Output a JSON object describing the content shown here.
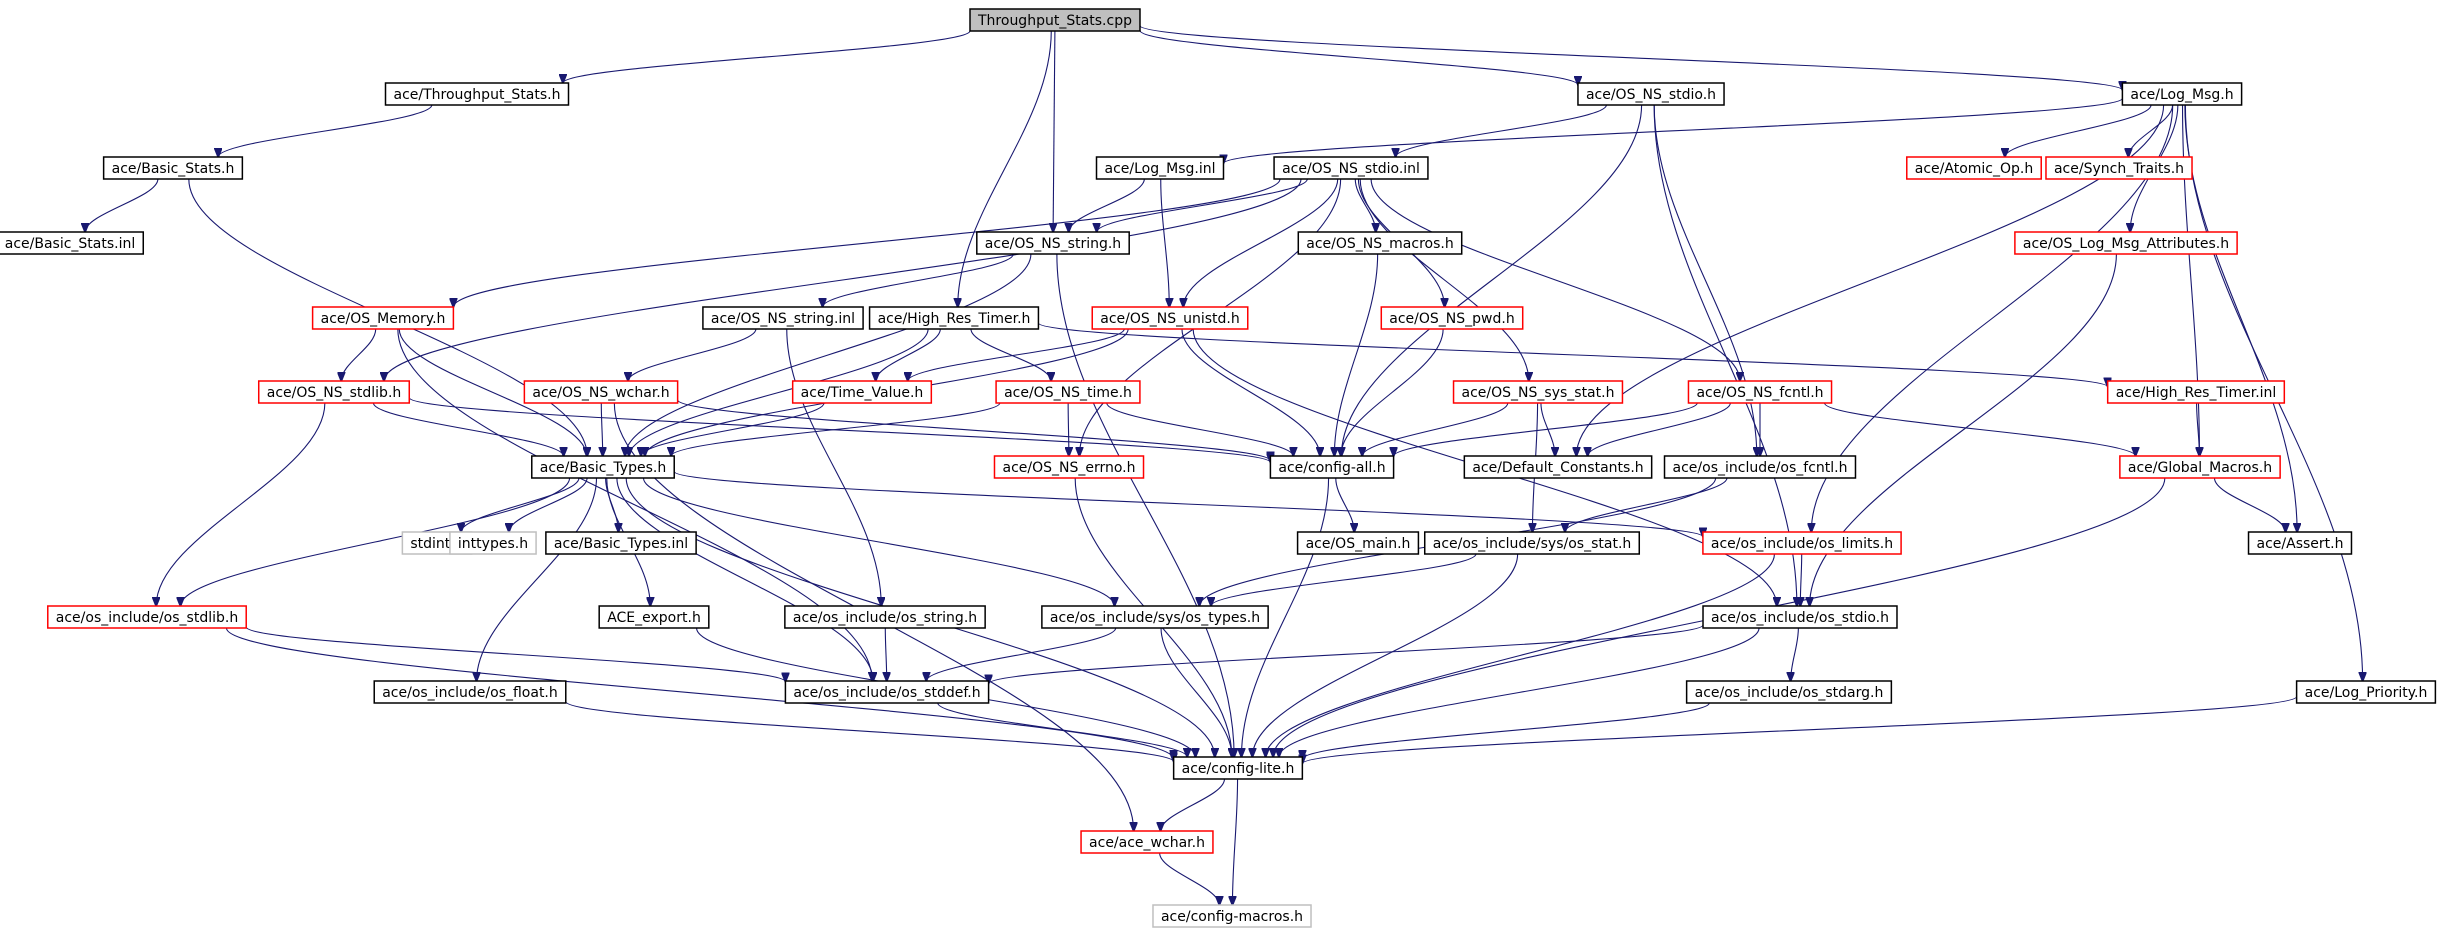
{
  "diagram": {
    "type": "include-dependency-graph",
    "colors": {
      "edge": "#191970",
      "border_normal": "#000000",
      "border_missing_docs": "#ff0000",
      "border_external": "#bfbfbf",
      "root_fill": "#bfbfbf",
      "background": "#ffffff"
    },
    "nodes": [
      {
        "id": "throughput_stats_cpp",
        "label": "Throughput_Stats.cpp",
        "style": "root"
      },
      {
        "id": "throughput_stats_h",
        "label": "ace/Throughput_Stats.h",
        "style": "normal"
      },
      {
        "id": "os_ns_stdio_h",
        "label": "ace/OS_NS_stdio.h",
        "style": "normal"
      },
      {
        "id": "log_msg_h",
        "label": "ace/Log_Msg.h",
        "style": "normal"
      },
      {
        "id": "basic_stats_h",
        "label": "ace/Basic_Stats.h",
        "style": "normal"
      },
      {
        "id": "basic_stats_inl",
        "label": "ace/Basic_Stats.inl",
        "style": "normal"
      },
      {
        "id": "log_msg_inl",
        "label": "ace/Log_Msg.inl",
        "style": "normal"
      },
      {
        "id": "os_ns_stdio_inl",
        "label": "ace/OS_NS_stdio.inl",
        "style": "normal"
      },
      {
        "id": "atomic_op_h",
        "label": "ace/Atomic_Op.h",
        "style": "red"
      },
      {
        "id": "synch_traits_h",
        "label": "ace/Synch_Traits.h",
        "style": "red"
      },
      {
        "id": "os_ns_string_h",
        "label": "ace/OS_NS_string.h",
        "style": "normal"
      },
      {
        "id": "os_ns_macros_h",
        "label": "ace/OS_NS_macros.h",
        "style": "normal"
      },
      {
        "id": "os_log_msg_attributes_h",
        "label": "ace/OS_Log_Msg_Attributes.h",
        "style": "red"
      },
      {
        "id": "os_memory_h",
        "label": "ace/OS_Memory.h",
        "style": "red"
      },
      {
        "id": "os_ns_string_inl",
        "label": "ace/OS_NS_string.inl",
        "style": "normal"
      },
      {
        "id": "high_res_timer_h",
        "label": "ace/High_Res_Timer.h",
        "style": "normal"
      },
      {
        "id": "os_ns_unistd_h",
        "label": "ace/OS_NS_unistd.h",
        "style": "red"
      },
      {
        "id": "os_ns_pwd_h",
        "label": "ace/OS_NS_pwd.h",
        "style": "red"
      },
      {
        "id": "os_ns_stdlib_h",
        "label": "ace/OS_NS_stdlib.h",
        "style": "red"
      },
      {
        "id": "os_ns_wchar_h",
        "label": "ace/OS_NS_wchar.h",
        "style": "red"
      },
      {
        "id": "time_value_h",
        "label": "ace/Time_Value.h",
        "style": "red"
      },
      {
        "id": "os_ns_time_h",
        "label": "ace/OS_NS_time.h",
        "style": "red"
      },
      {
        "id": "os_ns_sys_stat_h",
        "label": "ace/OS_NS_sys_stat.h",
        "style": "red"
      },
      {
        "id": "os_ns_fcntl_h",
        "label": "ace/OS_NS_fcntl.h",
        "style": "red"
      },
      {
        "id": "high_res_timer_inl",
        "label": "ace/High_Res_Timer.inl",
        "style": "red"
      },
      {
        "id": "basic_types_h",
        "label": "ace/Basic_Types.h",
        "style": "normal"
      },
      {
        "id": "config_all_h",
        "label": "ace/config-all.h",
        "style": "normal"
      },
      {
        "id": "os_ns_errno_h",
        "label": "ace/OS_NS_errno.h",
        "style": "red"
      },
      {
        "id": "default_constants_h",
        "label": "ace/Default_Constants.h",
        "style": "normal"
      },
      {
        "id": "os_include_os_fcntl_h",
        "label": "ace/os_include/os_fcntl.h",
        "style": "normal"
      },
      {
        "id": "global_macros_h",
        "label": "ace/Global_Macros.h",
        "style": "red"
      },
      {
        "id": "stdint_h",
        "label": "stdint.h",
        "style": "external"
      },
      {
        "id": "inttypes_h",
        "label": "inttypes.h",
        "style": "external"
      },
      {
        "id": "basic_types_inl",
        "label": "ace/Basic_Types.inl",
        "style": "normal"
      },
      {
        "id": "os_main_h",
        "label": "ace/OS_main.h",
        "style": "normal"
      },
      {
        "id": "os_include_sys_os_stat_h",
        "label": "ace/os_include/sys/os_stat.h",
        "style": "normal"
      },
      {
        "id": "os_include_os_limits_h",
        "label": "ace/os_include/os_limits.h",
        "style": "red"
      },
      {
        "id": "assert_h",
        "label": "ace/Assert.h",
        "style": "normal"
      },
      {
        "id": "os_include_os_stdlib_h",
        "label": "ace/os_include/os_stdlib.h",
        "style": "red"
      },
      {
        "id": "ace_export_h",
        "label": "ACE_export.h",
        "style": "normal"
      },
      {
        "id": "os_include_os_string_h",
        "label": "ace/os_include/os_string.h",
        "style": "normal"
      },
      {
        "id": "os_include_sys_os_types_h",
        "label": "ace/os_include/sys/os_types.h",
        "style": "normal"
      },
      {
        "id": "os_include_os_stdio_h",
        "label": "ace/os_include/os_stdio.h",
        "style": "normal"
      },
      {
        "id": "os_include_os_float_h",
        "label": "ace/os_include/os_float.h",
        "style": "normal"
      },
      {
        "id": "os_include_os_stddef_h",
        "label": "ace/os_include/os_stddef.h",
        "style": "normal"
      },
      {
        "id": "os_include_os_stdarg_h",
        "label": "ace/os_include/os_stdarg.h",
        "style": "normal"
      },
      {
        "id": "log_priority_h",
        "label": "ace/Log_Priority.h",
        "style": "normal"
      },
      {
        "id": "config_lite_h",
        "label": "ace/config-lite.h",
        "style": "normal"
      },
      {
        "id": "ace_wchar_h",
        "label": "ace/ace_wchar.h",
        "style": "red"
      },
      {
        "id": "config_macros_h",
        "label": "ace/config-macros.h",
        "style": "external"
      }
    ],
    "edges": [
      [
        "throughput_stats_cpp",
        "throughput_stats_h"
      ],
      [
        "throughput_stats_cpp",
        "os_ns_stdio_h"
      ],
      [
        "throughput_stats_cpp",
        "log_msg_h"
      ],
      [
        "throughput_stats_cpp",
        "os_ns_string_h"
      ],
      [
        "throughput_stats_cpp",
        "high_res_timer_h"
      ],
      [
        "throughput_stats_h",
        "basic_stats_h"
      ],
      [
        "basic_stats_h",
        "basic_stats_inl"
      ],
      [
        "basic_stats_h",
        "basic_types_h"
      ],
      [
        "os_ns_stdio_h",
        "os_ns_stdio_inl"
      ],
      [
        "os_ns_stdio_h",
        "config_all_h"
      ],
      [
        "os_ns_stdio_h",
        "os_include_os_fcntl_h"
      ],
      [
        "os_ns_stdio_h",
        "os_include_os_stdio_h"
      ],
      [
        "log_msg_h",
        "log_msg_inl"
      ],
      [
        "log_msg_h",
        "atomic_op_h"
      ],
      [
        "log_msg_h",
        "synch_traits_h"
      ],
      [
        "log_msg_h",
        "os_log_msg_attributes_h"
      ],
      [
        "log_msg_h",
        "default_constants_h"
      ],
      [
        "log_msg_h",
        "global_macros_h"
      ],
      [
        "log_msg_h",
        "assert_h"
      ],
      [
        "log_msg_h",
        "log_priority_h"
      ],
      [
        "log_msg_h",
        "os_include_os_limits_h"
      ],
      [
        "log_msg_inl",
        "os_ns_string_h"
      ],
      [
        "log_msg_inl",
        "os_ns_unistd_h"
      ],
      [
        "os_ns_stdio_inl",
        "os_ns_string_h"
      ],
      [
        "os_ns_stdio_inl",
        "os_ns_macros_h"
      ],
      [
        "os_ns_stdio_inl",
        "os_memory_h"
      ],
      [
        "os_ns_stdio_inl",
        "os_ns_stdlib_h"
      ],
      [
        "os_ns_stdio_inl",
        "os_ns_unistd_h"
      ],
      [
        "os_ns_stdio_inl",
        "os_ns_pwd_h"
      ],
      [
        "os_ns_stdio_inl",
        "os_ns_sys_stat_h"
      ],
      [
        "os_ns_stdio_inl",
        "os_ns_fcntl_h"
      ],
      [
        "os_ns_stdio_inl",
        "os_ns_errno_h"
      ],
      [
        "os_ns_string_h",
        "os_ns_string_inl"
      ],
      [
        "os_ns_string_h",
        "basic_types_h"
      ],
      [
        "os_ns_string_h",
        "config_lite_h"
      ],
      [
        "os_ns_macros_h",
        "config_all_h"
      ],
      [
        "os_log_msg_attributes_h",
        "os_include_os_stdio_h"
      ],
      [
        "os_memory_h",
        "os_ns_stdlib_h"
      ],
      [
        "os_memory_h",
        "basic_types_h"
      ],
      [
        "os_memory_h",
        "os_include_os_stddef_h"
      ],
      [
        "os_ns_string_inl",
        "os_ns_wchar_h"
      ],
      [
        "os_ns_string_inl",
        "os_include_os_string_h"
      ],
      [
        "high_res_timer_h",
        "basic_types_h"
      ],
      [
        "high_res_timer_h",
        "time_value_h"
      ],
      [
        "high_res_timer_h",
        "os_ns_time_h"
      ],
      [
        "high_res_timer_h",
        "high_res_timer_inl"
      ],
      [
        "os_ns_unistd_h",
        "time_value_h"
      ],
      [
        "os_ns_unistd_h",
        "basic_types_h"
      ],
      [
        "os_ns_unistd_h",
        "config_all_h"
      ],
      [
        "os_ns_unistd_h",
        "os_include_os_stdio_h"
      ],
      [
        "os_ns_pwd_h",
        "config_all_h"
      ],
      [
        "os_ns_stdlib_h",
        "basic_types_h"
      ],
      [
        "os_ns_stdlib_h",
        "config_all_h"
      ],
      [
        "os_ns_stdlib_h",
        "os_include_os_stdlib_h"
      ],
      [
        "os_ns_wchar_h",
        "basic_types_h"
      ],
      [
        "os_ns_wchar_h",
        "config_all_h"
      ],
      [
        "os_ns_wchar_h",
        "ace_wchar_h"
      ],
      [
        "time_value_h",
        "basic_types_h"
      ],
      [
        "os_ns_time_h",
        "basic_types_h"
      ],
      [
        "os_ns_time_h",
        "config_all_h"
      ],
      [
        "os_ns_time_h",
        "os_ns_errno_h"
      ],
      [
        "os_ns_sys_stat_h",
        "config_all_h"
      ],
      [
        "os_ns_sys_stat_h",
        "default_constants_h"
      ],
      [
        "os_ns_sys_stat_h",
        "os_include_sys_os_stat_h"
      ],
      [
        "os_ns_fcntl_h",
        "config_all_h"
      ],
      [
        "os_ns_fcntl_h",
        "default_constants_h"
      ],
      [
        "os_ns_fcntl_h",
        "os_include_os_fcntl_h"
      ],
      [
        "os_ns_fcntl_h",
        "global_macros_h"
      ],
      [
        "high_res_timer_inl",
        "global_macros_h"
      ],
      [
        "basic_types_h",
        "stdint_h"
      ],
      [
        "basic_types_h",
        "inttypes_h"
      ],
      [
        "basic_types_h",
        "basic_types_inl"
      ],
      [
        "basic_types_h",
        "ace_export_h"
      ],
      [
        "basic_types_h",
        "os_include_os_stdlib_h"
      ],
      [
        "basic_types_h",
        "os_include_os_float_h"
      ],
      [
        "basic_types_h",
        "os_include_os_stddef_h"
      ],
      [
        "basic_types_h",
        "os_include_sys_os_types_h"
      ],
      [
        "basic_types_h",
        "os_include_os_limits_h"
      ],
      [
        "basic_types_h",
        "config_lite_h"
      ],
      [
        "config_all_h",
        "os_main_h"
      ],
      [
        "config_all_h",
        "config_lite_h"
      ],
      [
        "os_ns_errno_h",
        "config_lite_h"
      ],
      [
        "os_include_os_fcntl_h",
        "os_include_sys_os_stat_h"
      ],
      [
        "os_include_os_fcntl_h",
        "os_include_sys_os_types_h"
      ],
      [
        "global_macros_h",
        "assert_h"
      ],
      [
        "global_macros_h",
        "config_lite_h"
      ],
      [
        "os_include_sys_os_stat_h",
        "os_include_sys_os_types_h"
      ],
      [
        "os_include_sys_os_stat_h",
        "config_lite_h"
      ],
      [
        "os_include_os_limits_h",
        "os_include_os_stdio_h"
      ],
      [
        "os_include_os_limits_h",
        "config_lite_h"
      ],
      [
        "os_include_os_stdlib_h",
        "os_include_os_stddef_h"
      ],
      [
        "os_include_os_stdlib_h",
        "config_lite_h"
      ],
      [
        "ace_export_h",
        "config_lite_h"
      ],
      [
        "os_include_os_string_h",
        "os_include_os_stddef_h"
      ],
      [
        "os_include_sys_os_types_h",
        "os_include_os_stddef_h"
      ],
      [
        "os_include_sys_os_types_h",
        "config_lite_h"
      ],
      [
        "os_include_os_stdio_h",
        "os_include_os_stdarg_h"
      ],
      [
        "os_include_os_stdio_h",
        "os_include_os_stddef_h"
      ],
      [
        "os_include_os_stdio_h",
        "config_lite_h"
      ],
      [
        "os_include_os_float_h",
        "config_lite_h"
      ],
      [
        "os_include_os_stddef_h",
        "config_lite_h"
      ],
      [
        "os_include_os_stdarg_h",
        "config_lite_h"
      ],
      [
        "log_priority_h",
        "config_lite_h"
      ],
      [
        "config_lite_h",
        "ace_wchar_h"
      ],
      [
        "config_lite_h",
        "config_macros_h"
      ],
      [
        "ace_wchar_h",
        "config_macros_h"
      ]
    ]
  }
}
